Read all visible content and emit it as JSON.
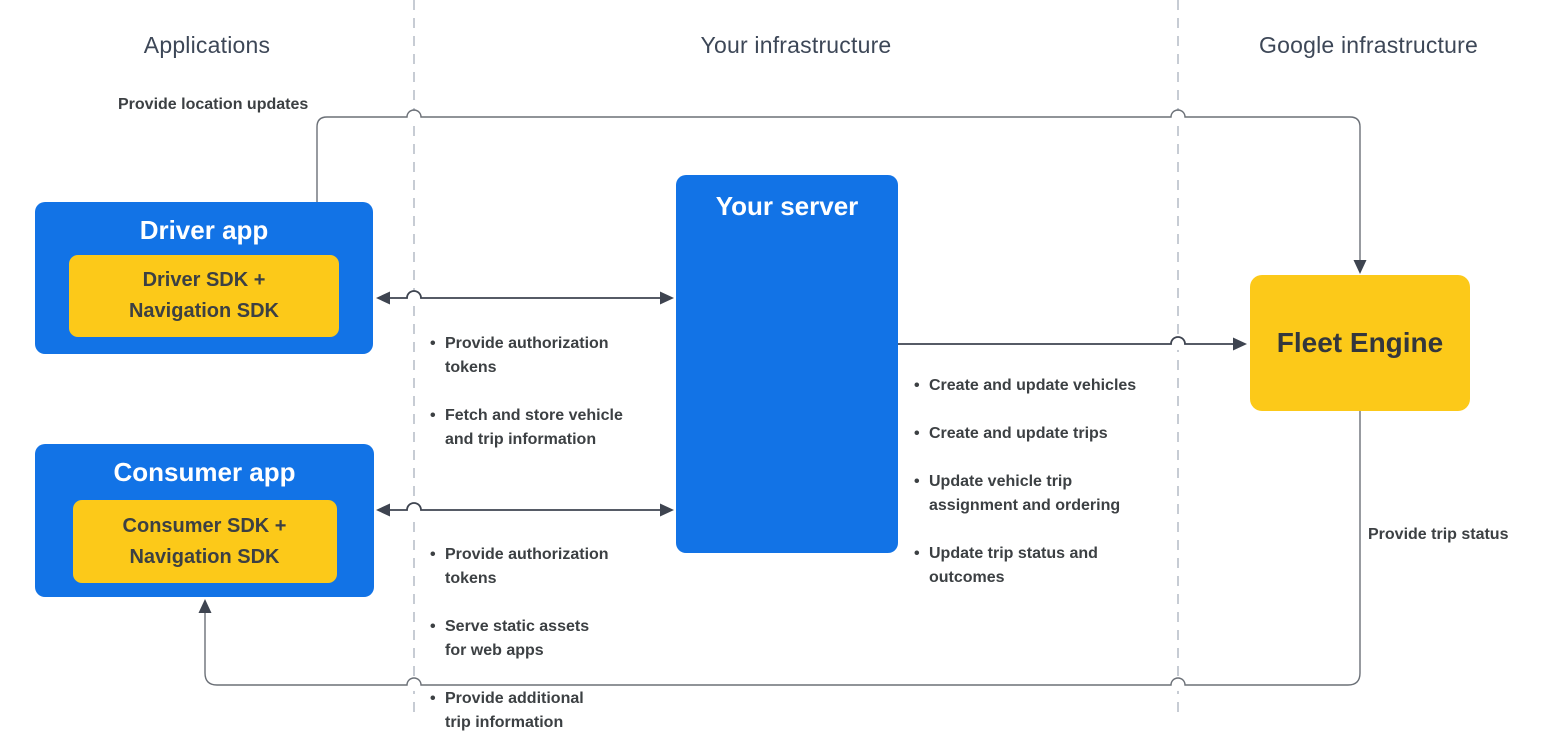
{
  "columns": {
    "applications": {
      "label": "Applications"
    },
    "your_infrastructure": {
      "label": "Your infrastructure"
    },
    "google_infrastructure": {
      "label": "Google infrastructure"
    }
  },
  "boxes": {
    "driver_app": {
      "title": "Driver app",
      "sdk": "Driver SDK +\nNavigation SDK"
    },
    "consumer_app": {
      "title": "Consumer app",
      "sdk": "Consumer SDK +\nNavigation SDK"
    },
    "your_server": {
      "title": "Your server"
    },
    "fleet_engine": {
      "title": "Fleet Engine"
    }
  },
  "flow_labels": {
    "provide_location_updates": "Provide location updates",
    "provide_trip_status": "Provide trip status"
  },
  "lists": {
    "driver_server": [
      "Provide authorization\ntokens",
      "Fetch and store vehicle\nand trip information"
    ],
    "consumer_server": [
      "Provide authorization\ntokens",
      "Serve static assets\nfor web apps",
      "Provide additional\ntrip information"
    ],
    "server_fleet": [
      "Create and update vehicles",
      "Create and update trips",
      "Update vehicle trip\nassignment and ordering",
      "Update trip status and\noutcomes"
    ]
  },
  "colors": {
    "box_blue": "#1273E6",
    "box_yellow": "#FCC919",
    "dark_text": "#3C4043",
    "header_text": "#3D4757",
    "connector_line": "#6B7077",
    "arrow_dark": "#3E4450",
    "dashed_divider": "#B9C0CA"
  }
}
